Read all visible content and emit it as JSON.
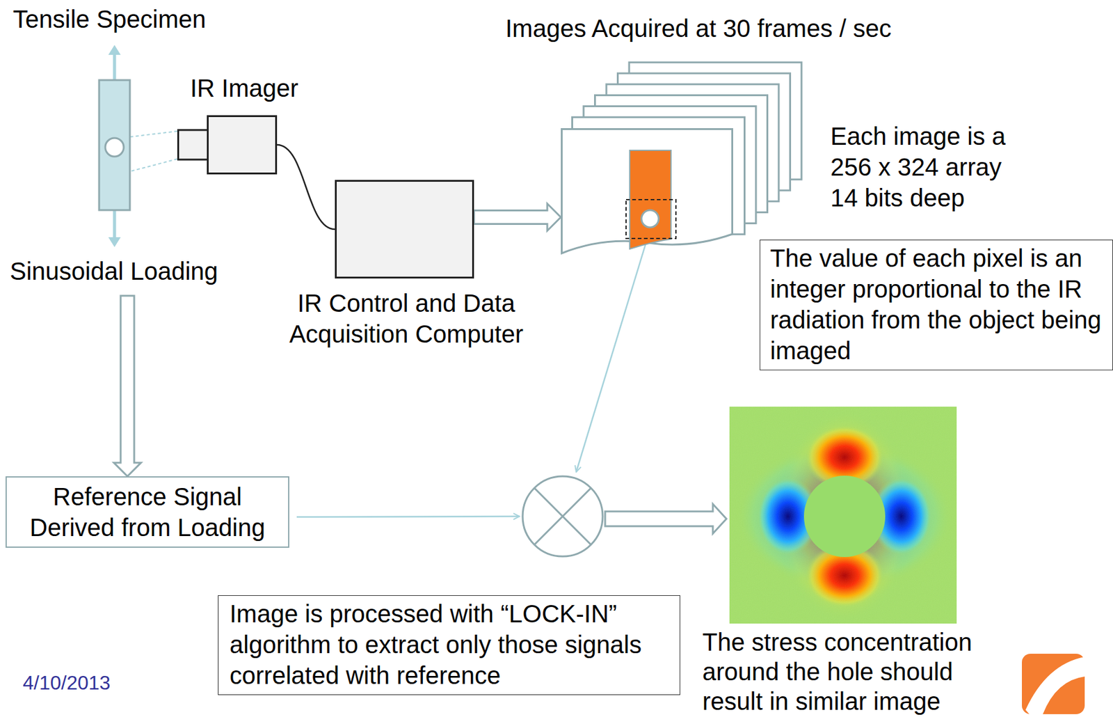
{
  "diagram": {
    "nodes": [
      {
        "text": [
          "Tensile Specimen",
          "Sinusoidal Loading"
        ]
      },
      {
        "text": [
          "IR Imager"
        ]
      },
      {
        "text": [
          "IR Control and Data Acquisition Computer"
        ]
      },
      {
        "text": [
          "Images Acquired at 30 frames / sec"
        ]
      },
      {
        "text": [
          "Reference Signal Derived from Loading"
        ]
      },
      {
        "text": [
          "The value of each pixel is an integer proportional to the IR radiation from the object being imaged"
        ]
      },
      {
        "text": [
          "Image is processed with “LOCK-IN” algorithm to extract only those signals correlated with reference"
        ]
      }
    ],
    "edges": [
      {
        "from": 1,
        "to": 2,
        "arrow": "none"
      },
      {
        "from": 2,
        "to": 3,
        "arrow": "to"
      },
      {
        "from": 0,
        "to": 4,
        "arrow": "to"
      }
    ],
    "labels": [
      "Each image is a 256 x 324 array 14 bits deep",
      "The stress concentration around the hole should result in similar image",
      "4/10/2013"
    ]
  }
}
